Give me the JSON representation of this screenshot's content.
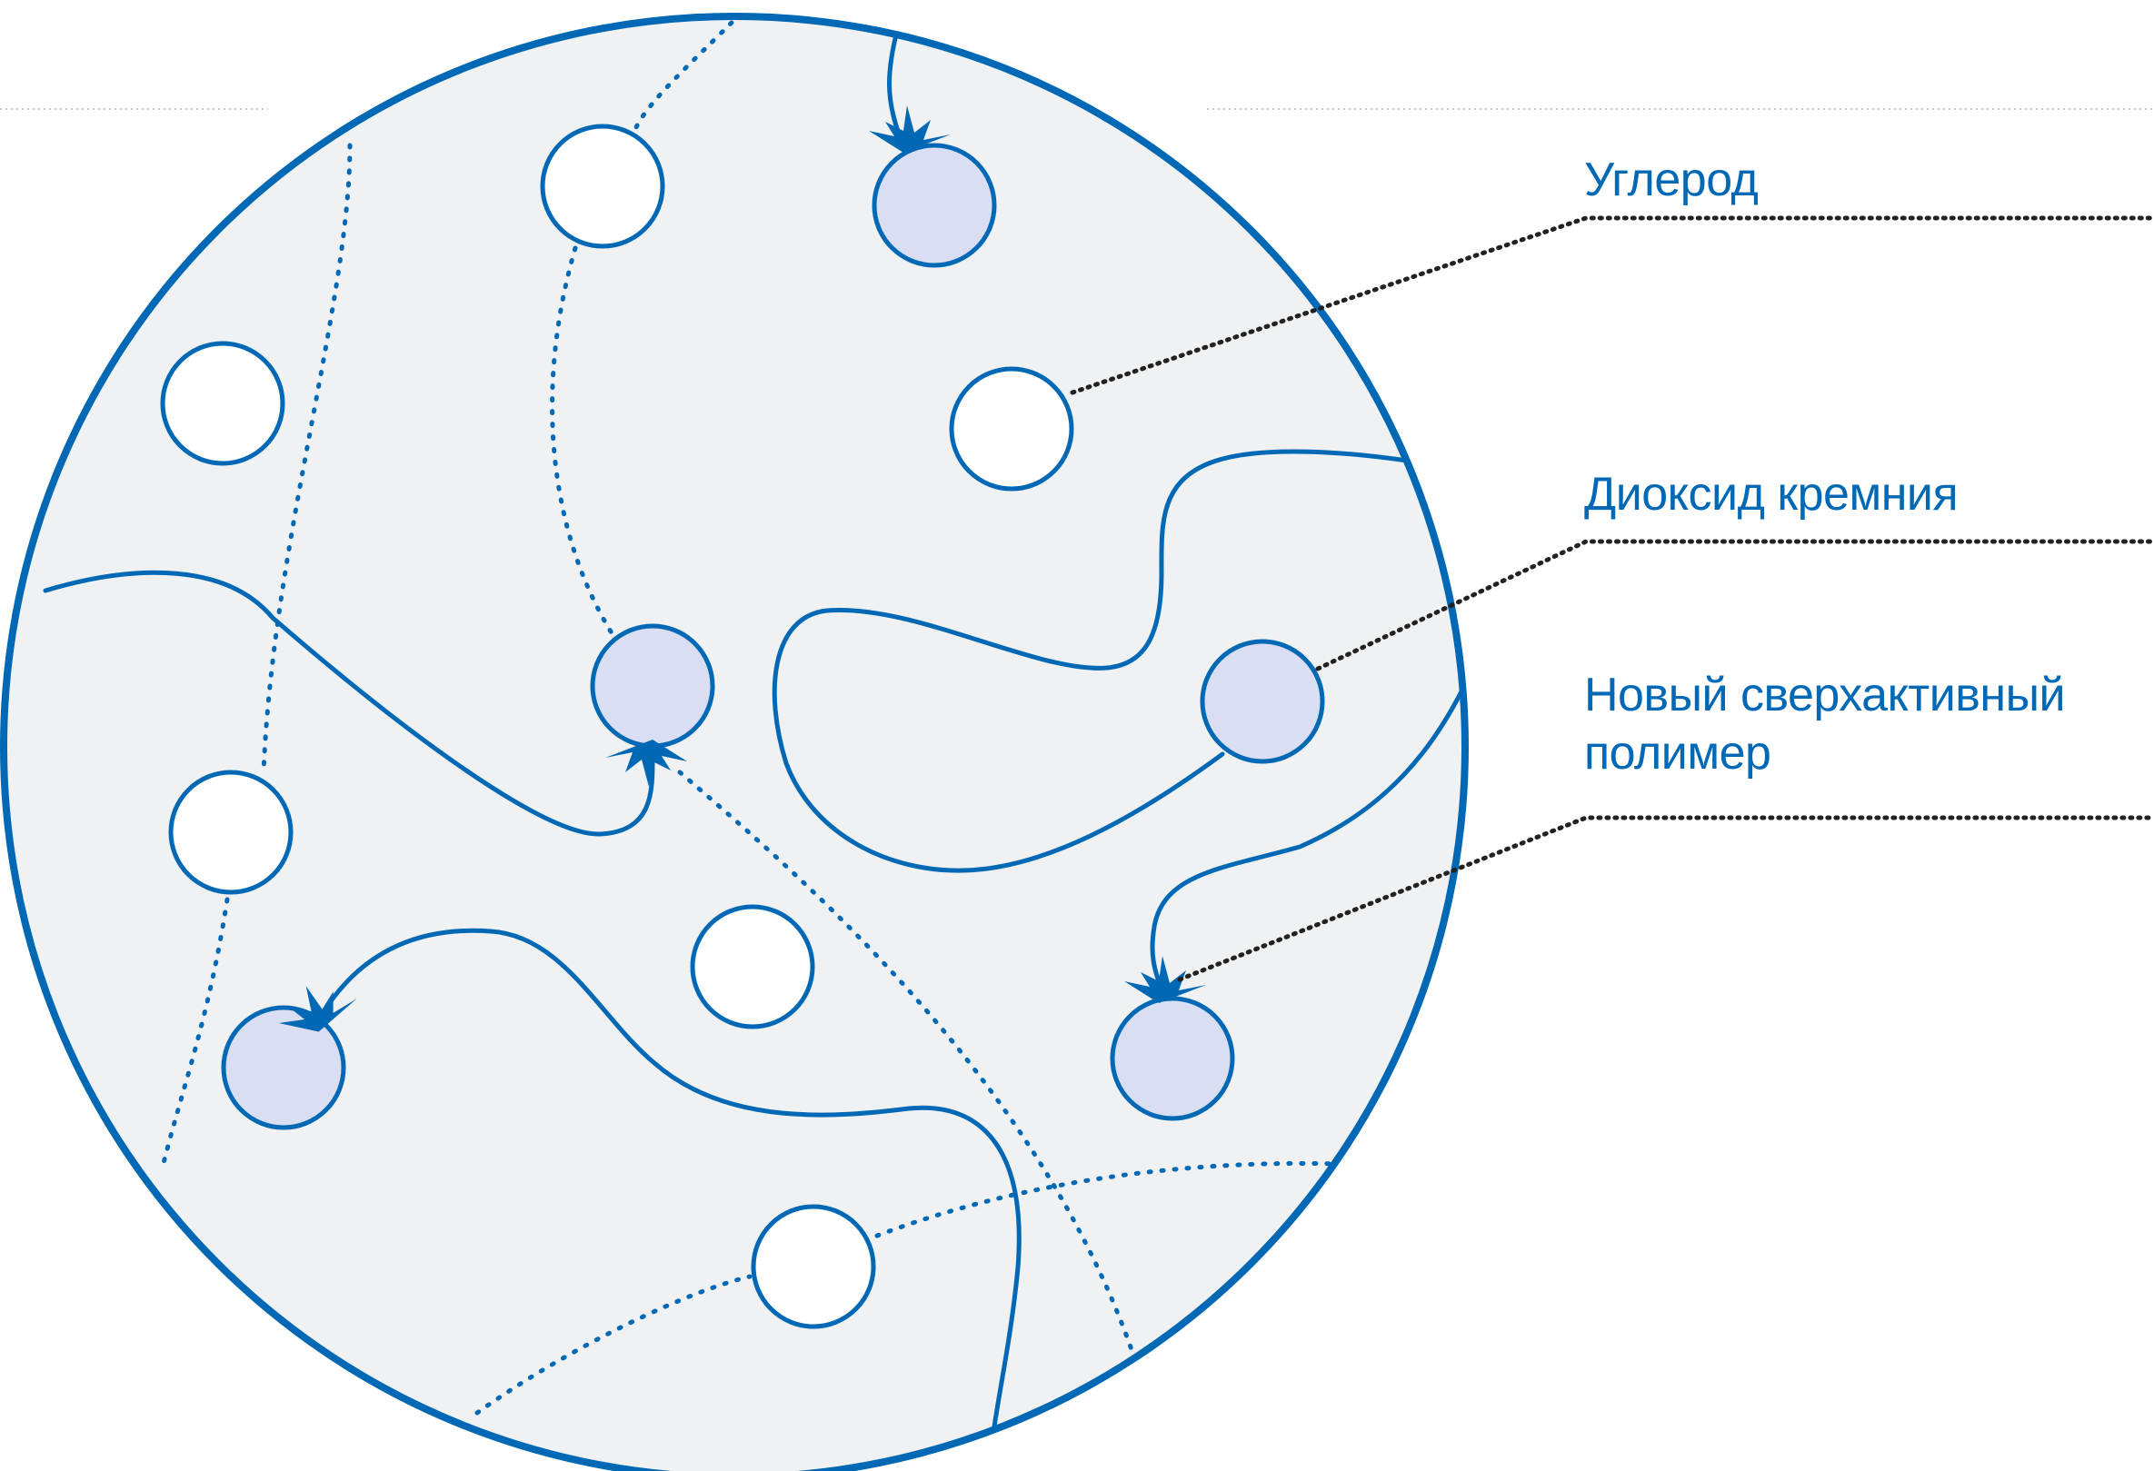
{
  "legend": {
    "carbon": "Углерод",
    "silica": "Диоксид кремния",
    "polymer_line1": "Новый сверхактивный",
    "polymer_line2": "полимер"
  },
  "colors": {
    "accent": "#0068b4",
    "circle_fill": "#f0f1f2",
    "carbon_fill": "#ffffff",
    "silica_fill": "#d9def2",
    "leader_line": "#222222",
    "divider": "#c8c8c8"
  },
  "icons": {
    "polymer_end": "star-arrowhead",
    "carbon": "white-circle",
    "silica": "blue-circle"
  }
}
